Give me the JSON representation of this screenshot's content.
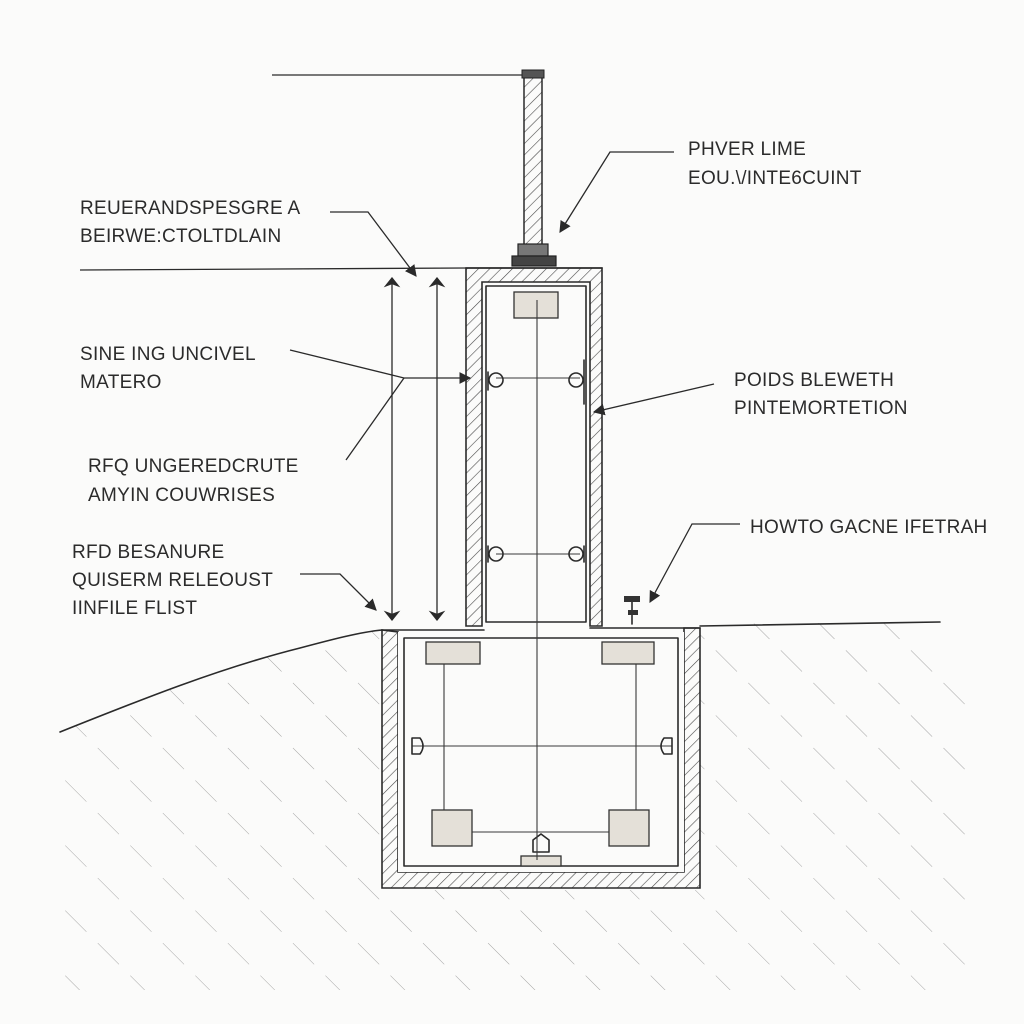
{
  "labels": {
    "power_line": [
      "PHVER LIME",
      "EOU.\\/INTE6CUINT"
    ],
    "reinforcement": [
      "REUERANDSPESGRE A",
      "BEIRWE:CTOLTDLAIN"
    ],
    "sine_ing": [
      "SINE ING UNCIVEL",
      "MATERO"
    ],
    "rfq_underground": [
      "RFQ UNGEREDCRUTE",
      "AMYIN COUWRISES"
    ],
    "rfd_besanure": [
      "RFD BESANURE",
      "QUISERM RELEOUST",
      "IINFILE FLIST"
    ],
    "poids_beneath": [
      "POIDS BLEWETH",
      "PINTEMORTETION"
    ],
    "howto_gacne": [
      "HOWTO GACNE IFETRAH"
    ]
  },
  "colors": {
    "ink": "#2a2a2a",
    "paper": "#fbfbfa",
    "concrete_block": "#e4e0d8"
  },
  "icons": {
    "ground_valve": "valve-icon",
    "anchor_bracket": "bracket-icon"
  }
}
